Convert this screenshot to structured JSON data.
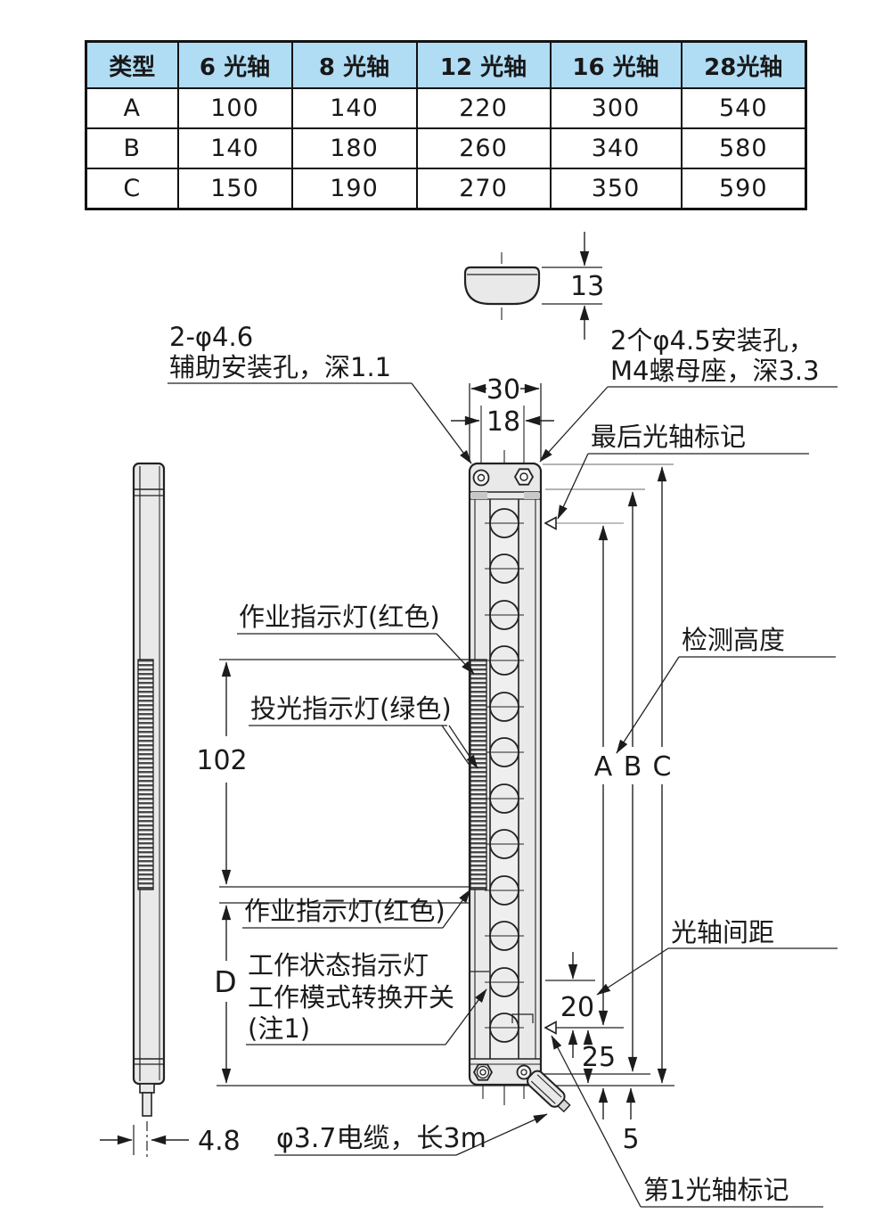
{
  "table": {
    "headers": [
      "类型",
      "6 光轴",
      "8 光轴",
      "12 光轴",
      "16 光轴",
      "28光轴"
    ],
    "rows": [
      {
        "type": "A",
        "values": [
          "100",
          "140",
          "220",
          "300",
          "540"
        ]
      },
      {
        "type": "B",
        "values": [
          "140",
          "180",
          "260",
          "340",
          "580"
        ]
      },
      {
        "type": "C",
        "values": [
          "150",
          "190",
          "270",
          "350",
          "590"
        ]
      }
    ]
  },
  "drawing": {
    "annotations": {
      "aux_hole_1": "2-φ4.6",
      "aux_hole_2": "辅助安装孔，深1.1",
      "mount_hole_1": "2个φ4.5安装孔，",
      "mount_hole_2": "M4螺母座，深3.3",
      "last_axis_mark": "最后光轴标记",
      "detection_height": "检测高度",
      "work_indicator_top": "作业指示灯(红色)",
      "emitter_indicator": "投光指示灯(绿色)",
      "work_indicator_bottom": "作业指示灯(红色)",
      "status_1": "工作状态指示灯",
      "status_2": "工作模式转换开关",
      "status_3": "(注1)",
      "axis_pitch": "光轴间距",
      "cable": "φ3.7电缆，长3m",
      "first_axis_mark": "第1光轴标记"
    },
    "dimensions": {
      "h13": "13",
      "w30": "30",
      "w18": "18",
      "h102": "102",
      "hD": "D",
      "p20": "20",
      "b25": "25",
      "b5": "5",
      "w48": "4.8",
      "A": "A",
      "B": "B",
      "C": "C"
    }
  },
  "colors": {
    "header_blue": "#b0dcf4",
    "line": "#222222",
    "body_fill": "#e9e9e9"
  }
}
